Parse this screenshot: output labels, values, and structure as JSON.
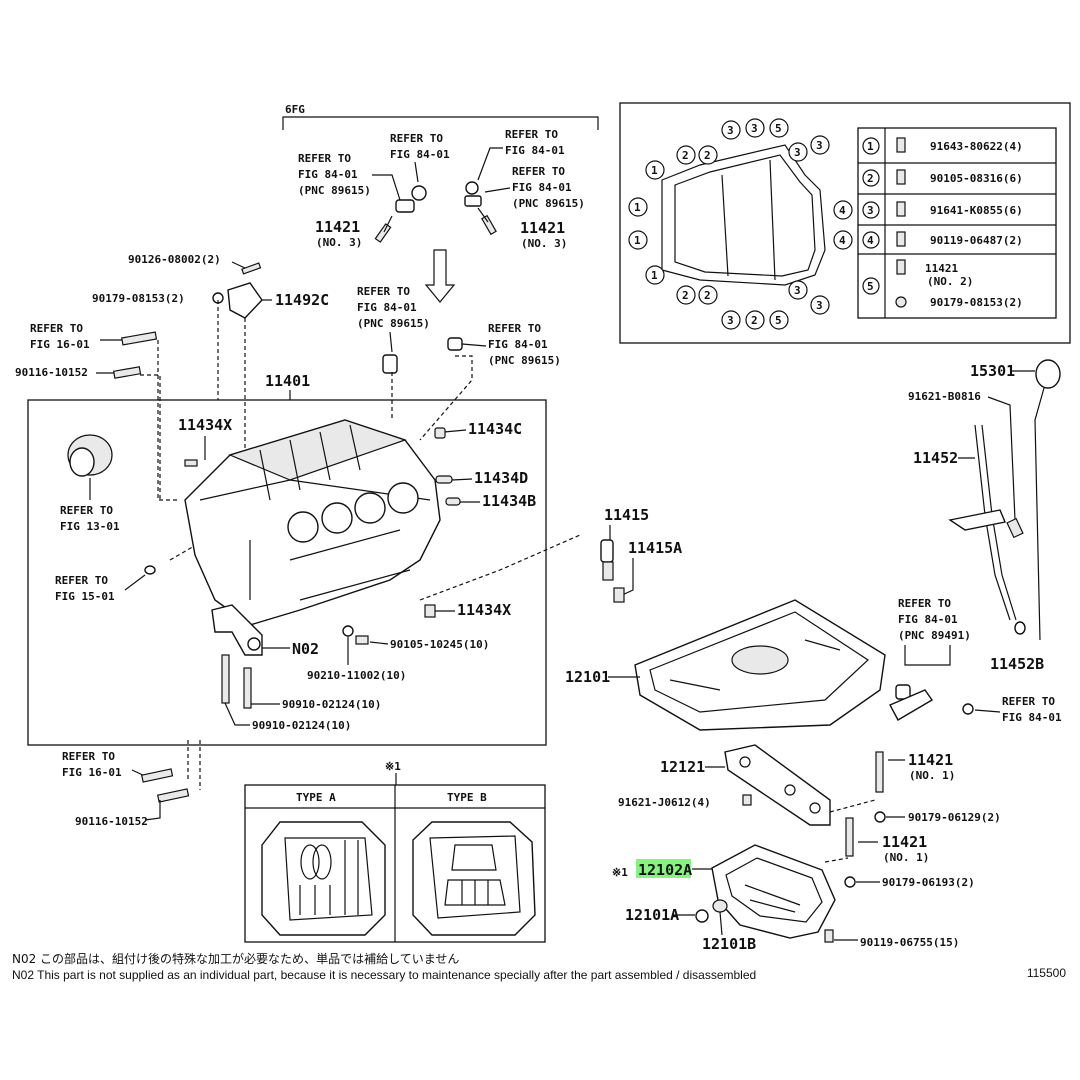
{
  "top_group": {
    "label": "6FG"
  },
  "refer": {
    "line1": "REFER TO",
    "fig_84_01": "FIG 84-01",
    "fig_16_01": "FIG 16-01",
    "fig_13_01": "FIG 13-01",
    "fig_15_01": "FIG 15-01",
    "pnc_89615": "(PNC 89615)",
    "pnc_89491": "(PNC 89491)"
  },
  "parts": {
    "p11421": "11421",
    "no3": "(NO. 3)",
    "no1": "(NO. 1)",
    "p90126": "90126-08002(2)",
    "p90179_08153": "90179-08153(2)",
    "p11492c": "11492C",
    "p90116": "90116-10152",
    "p11401": "11401",
    "p11434x": "11434X",
    "p11434c": "11434C",
    "p11434d": "11434D",
    "p11434b": "11434B",
    "p11415": "11415",
    "p11415a": "11415A",
    "p90105_10245": "90105-10245(10)",
    "n02": "N02",
    "p90210": "90210-11002(10)",
    "p90910": "90910-02124(10)",
    "p12101": "12101",
    "p12121": "12121",
    "p91621_j0612": "91621-J0612(4)",
    "p90179_06129": "90179-06129(2)",
    "p12102a": "12102A",
    "p90179_06193": "90179-06193(2)",
    "p12101a": "12101A",
    "p12101b": "12101B",
    "p90119_06755": "90119-06755(15)",
    "p15301": "15301",
    "p91621_b0816": "91621-B0816",
    "p11452": "11452",
    "p11452b": "11452B",
    "note_mark": "※1"
  },
  "legend": [
    {
      "no": "1",
      "part": "91643-80622(4)"
    },
    {
      "no": "2",
      "part": "90105-08316(6)"
    },
    {
      "no": "3",
      "part": "91641-K0855(6)"
    },
    {
      "no": "4",
      "part": "90119-06487(2)"
    },
    {
      "no": "5",
      "part": "11421",
      "sub": "(NO. 2)",
      "part2": "90179-08153(2)"
    }
  ],
  "types": {
    "a": "TYPE A",
    "b": "TYPE B"
  },
  "notes": {
    "jp": "N02  この部品は、組付け後の特殊な加工が必要なため、単品では補給していません",
    "en": "N02  This part is not supplied as an individual part, because it is necessary to maintenance specially after the part assembled / disassembled",
    "fig_no": "115500"
  },
  "colors": {
    "highlight": "#86f27f",
    "ink": "#111111"
  }
}
